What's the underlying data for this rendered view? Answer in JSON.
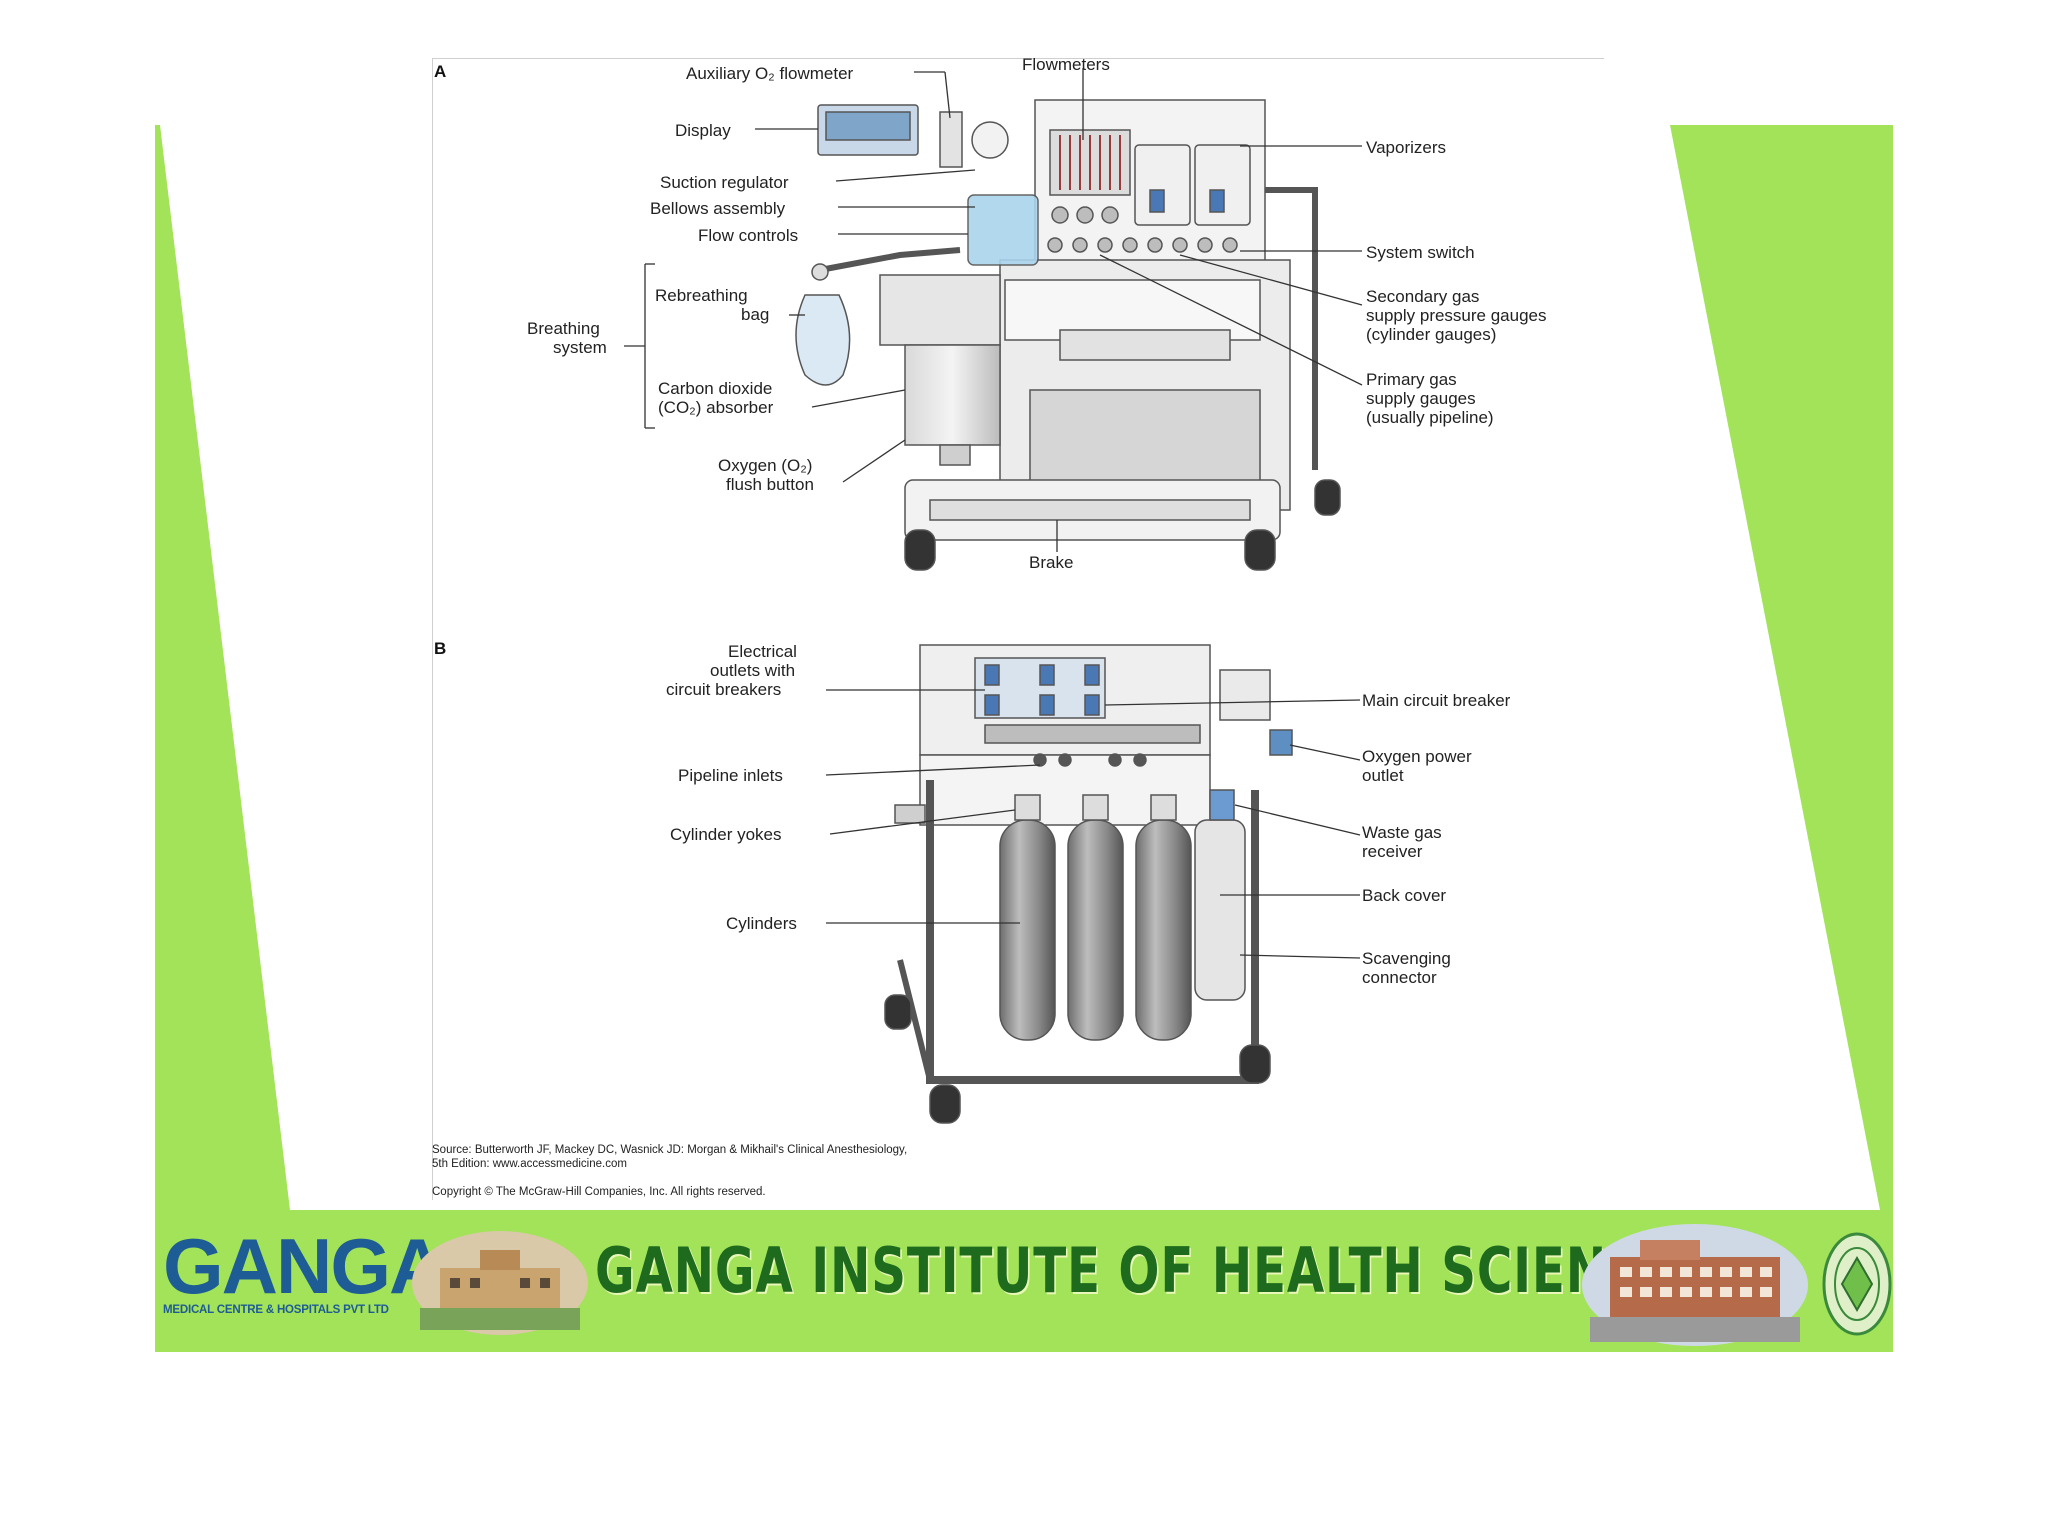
{
  "figure": {
    "panel_a_letter": "A",
    "panel_b_letter": "B",
    "labels_a": {
      "aux_flowmeter": "Auxiliary O₂ flowmeter",
      "flowmeters": "Flowmeters",
      "display": "Display",
      "vaporizers": "Vaporizers",
      "suction_regulator": "Suction regulator",
      "bellows_assembly": "Bellows assembly",
      "flow_controls": "Flow controls",
      "system_switch": "System switch",
      "rebreathing_bag_1": "Rebreathing",
      "rebreathing_bag_2": "bag",
      "breathing_system_1": "Breathing",
      "breathing_system_2": "system",
      "secondary_gas_1": "Secondary gas",
      "secondary_gas_2": "supply pressure gauges",
      "secondary_gas_3": "(cylinder gauges)",
      "co2_absorber_1": "Carbon dioxide",
      "co2_absorber_2": "(CO₂) absorber",
      "primary_gas_1": "Primary gas",
      "primary_gas_2": "supply gauges",
      "primary_gas_3": "(usually pipeline)",
      "oxygen_flush_1": "Oxygen (O₂)",
      "oxygen_flush_2": "flush button",
      "brake": "Brake"
    },
    "labels_b": {
      "electrical_1": "Electrical",
      "electrical_2": "outlets with",
      "electrical_3": "circuit breakers",
      "main_circuit_breaker": "Main circuit breaker",
      "oxygen_power_1": "Oxygen power",
      "oxygen_power_2": "outlet",
      "pipeline_inlets": "Pipeline inlets",
      "cylinder_yokes": "Cylinder yokes",
      "waste_gas_1": "Waste gas",
      "waste_gas_2": "receiver",
      "back_cover": "Back cover",
      "cylinders": "Cylinders",
      "scavenging_1": "Scavenging",
      "scavenging_2": "connector"
    },
    "source_line_1": "Source: Butterworth JF, Mackey DC, Wasnick JD: Morgan & Mikhail's Clinical Anesthesiology,",
    "source_line_2": "5th Edition: www.accessmedicine.com",
    "copyright": "Copyright © The McGraw-Hill Companies, Inc. All rights reserved."
  },
  "banner": {
    "logo_word": "GANGA",
    "logo_subtitle": "MEDICAL CENTRE & HOSPITALS PVT LTD",
    "title": "GANGA INSTITUTE OF HEALTH SCIENCES"
  },
  "colors": {
    "slide_green": "#a2e35a",
    "banner_green": "#a2e35a",
    "title_green": "#1e6b1e",
    "logo_blue": "#1d5c94"
  }
}
